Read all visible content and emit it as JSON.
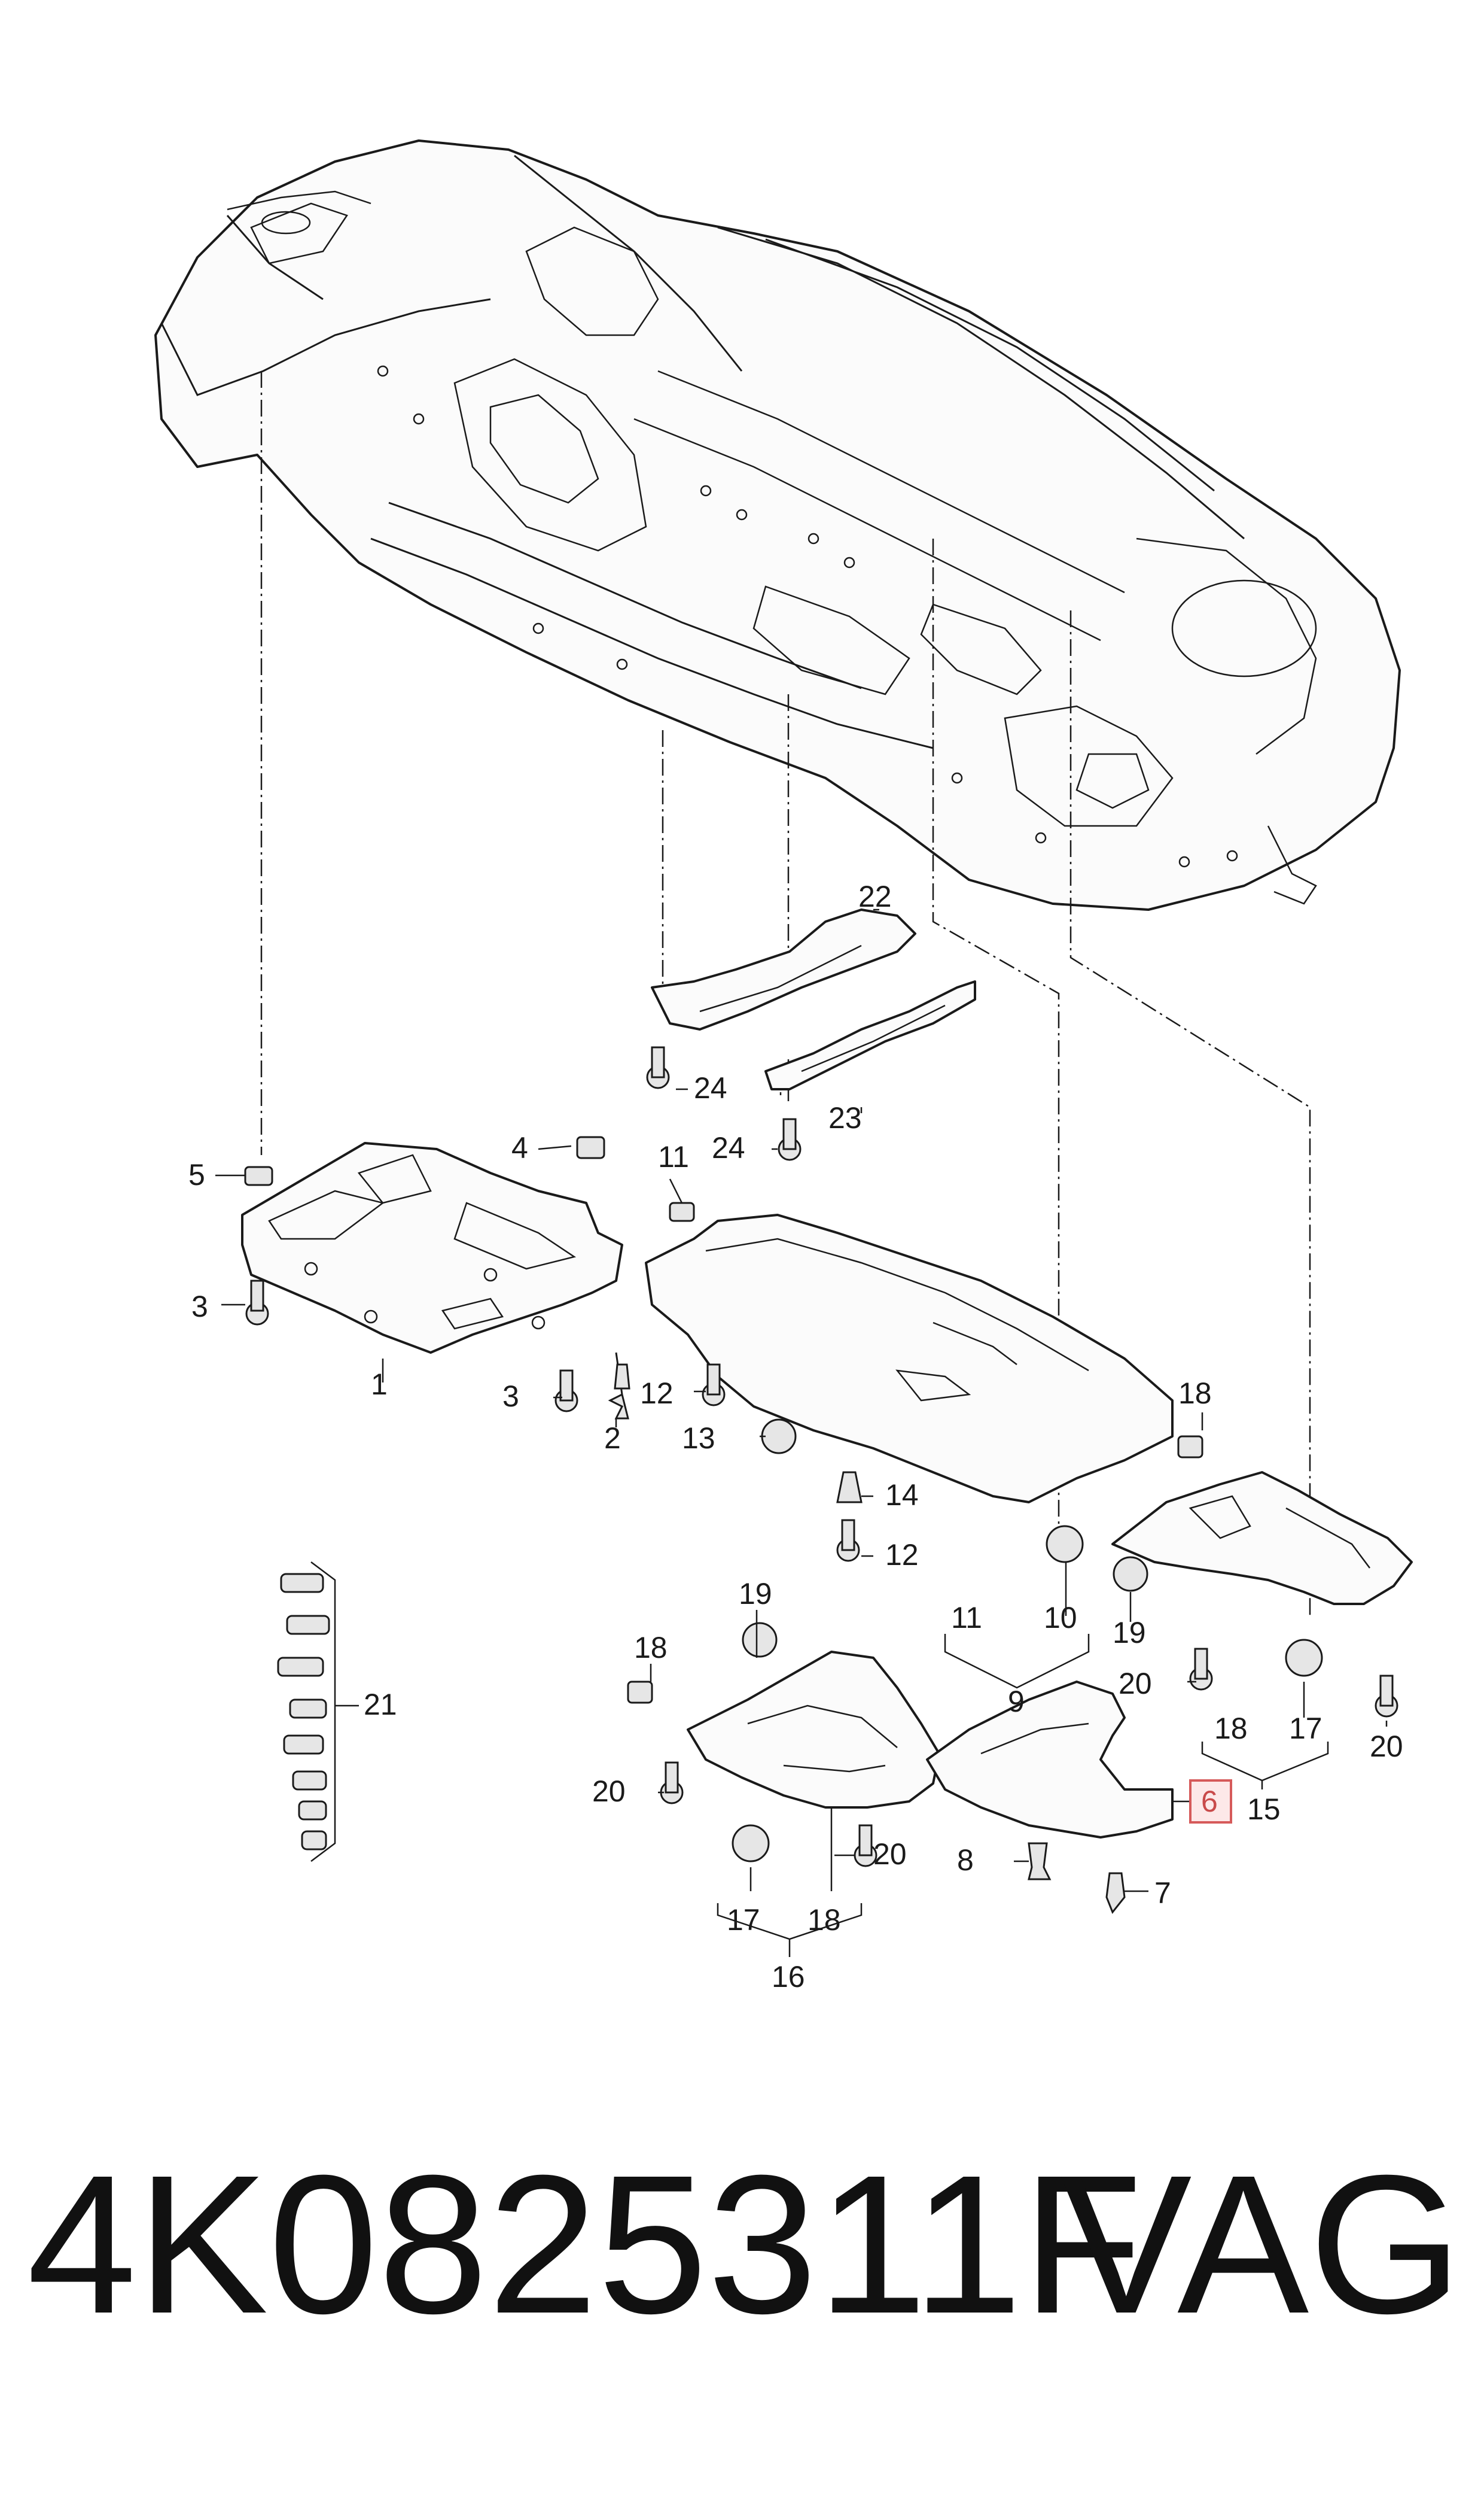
{
  "diagram": {
    "callouts": [
      {
        "id": "c1",
        "label": "1"
      },
      {
        "id": "c2",
        "label": "2"
      },
      {
        "id": "c3a",
        "label": "3"
      },
      {
        "id": "c3b",
        "label": "3"
      },
      {
        "id": "c4",
        "label": "4"
      },
      {
        "id": "c5",
        "label": "5"
      },
      {
        "id": "c6",
        "label": "6",
        "highlighted": true
      },
      {
        "id": "c7",
        "label": "7"
      },
      {
        "id": "c8",
        "label": "8"
      },
      {
        "id": "c9",
        "label": "9"
      },
      {
        "id": "c10",
        "label": "10"
      },
      {
        "id": "c11a",
        "label": "11"
      },
      {
        "id": "c11b",
        "label": "11"
      },
      {
        "id": "c12a",
        "label": "12"
      },
      {
        "id": "c12b",
        "label": "12"
      },
      {
        "id": "c13",
        "label": "13"
      },
      {
        "id": "c14",
        "label": "14"
      },
      {
        "id": "c15",
        "label": "15"
      },
      {
        "id": "c16",
        "label": "16"
      },
      {
        "id": "c17a",
        "label": "17"
      },
      {
        "id": "c17b",
        "label": "17"
      },
      {
        "id": "c18a",
        "label": "18"
      },
      {
        "id": "c18b",
        "label": "18"
      },
      {
        "id": "c18c",
        "label": "18"
      },
      {
        "id": "c18d",
        "label": "18"
      },
      {
        "id": "c19a",
        "label": "19"
      },
      {
        "id": "c19b",
        "label": "19"
      },
      {
        "id": "c20a",
        "label": "20"
      },
      {
        "id": "c20b",
        "label": "20"
      },
      {
        "id": "c20c",
        "label": "20"
      },
      {
        "id": "c20d",
        "label": "20"
      },
      {
        "id": "c21",
        "label": "21"
      },
      {
        "id": "c22",
        "label": "22"
      },
      {
        "id": "c23",
        "label": "23"
      },
      {
        "id": "c24a",
        "label": "24"
      },
      {
        "id": "c24b",
        "label": "24"
      }
    ],
    "highlight_color": "#d65a5a"
  },
  "footer": {
    "part_number": "4K0825311F",
    "brand": "VAG"
  }
}
